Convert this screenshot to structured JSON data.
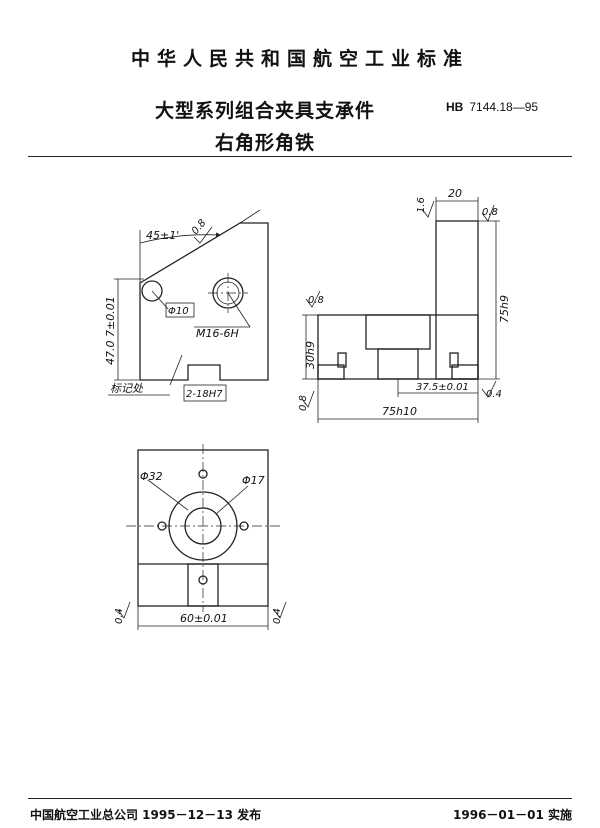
{
  "header": {
    "organization": "中华人民共和国航空工业标准",
    "title_line1": "大型系列组合夹具支承件",
    "title_line2": "右角形角铁",
    "std_prefix": "HB",
    "std_number": "7144.18—95"
  },
  "drawing": {
    "side_view": {
      "angle": "45±1'",
      "roughness_chamfer": "0.8",
      "height_dim": "47.0 7±0.01",
      "hole_dia": "Φ10",
      "thread": "M16-6H",
      "mark_label": "标记处",
      "slot_label": "2-18H7"
    },
    "front_view": {
      "width_top": "20",
      "roughness_top_left": "1.6",
      "roughness_top_right": "0.8",
      "height_right": "75h9",
      "roughness_left": "0.8",
      "height_left": "30h9",
      "roughness_bottom": "0.8",
      "offset_dim": "37.5±0.01",
      "roughness_bottom_right": "0.4",
      "width_dim": "75h10"
    },
    "bottom_view": {
      "counterbore_dia": "Φ32",
      "hole_dia": "Φ17",
      "width_dim": "60±0.01",
      "roughness_left": "0.4",
      "roughness_right": "0.4"
    }
  },
  "footer": {
    "publisher_date": "中国航空工业总公司 1995－12－13 发布",
    "effective_date": "1996－01－01 实施"
  }
}
